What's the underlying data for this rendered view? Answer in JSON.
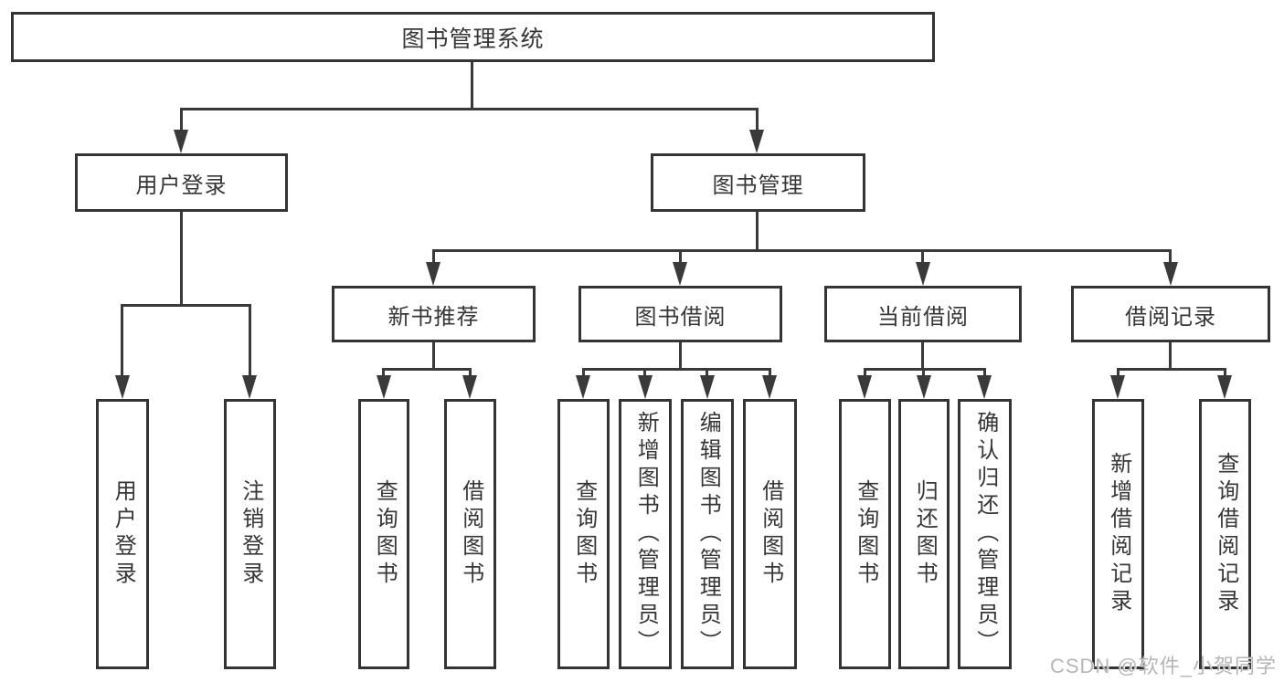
{
  "nodes": {
    "root": "图书管理系统",
    "user_login": "用户登录",
    "book_management": "图书管理",
    "new_book_recommend": "新书推荐",
    "book_borrow": "图书借阅",
    "current_borrow": "当前借阅",
    "borrow_records": "借阅记录",
    "leaf_user_login": "用户登录",
    "leaf_logout": "注销登录",
    "leaf_query_book_1": "查询图书",
    "leaf_borrow_book_1": "借阅图书",
    "leaf_query_book_2": "查询图书",
    "leaf_add_book_admin": "新增图书（管理员）",
    "leaf_edit_book_admin": "编辑图书（管理员）",
    "leaf_borrow_book_2": "借阅图书",
    "leaf_query_book_3": "查询图书",
    "leaf_return_book": "归还图书",
    "leaf_confirm_return_admin": "确认归还（管理员）",
    "leaf_add_borrow_record": "新增借阅记录",
    "leaf_query_borrow_record": "查询借阅记录"
  },
  "watermark": "CSDN @软件_小贺同学",
  "colors": {
    "line": "#3a3a3a",
    "border": "#343434",
    "text": "#363636",
    "background": "#ffffff",
    "watermark": "#b2b2b2"
  }
}
